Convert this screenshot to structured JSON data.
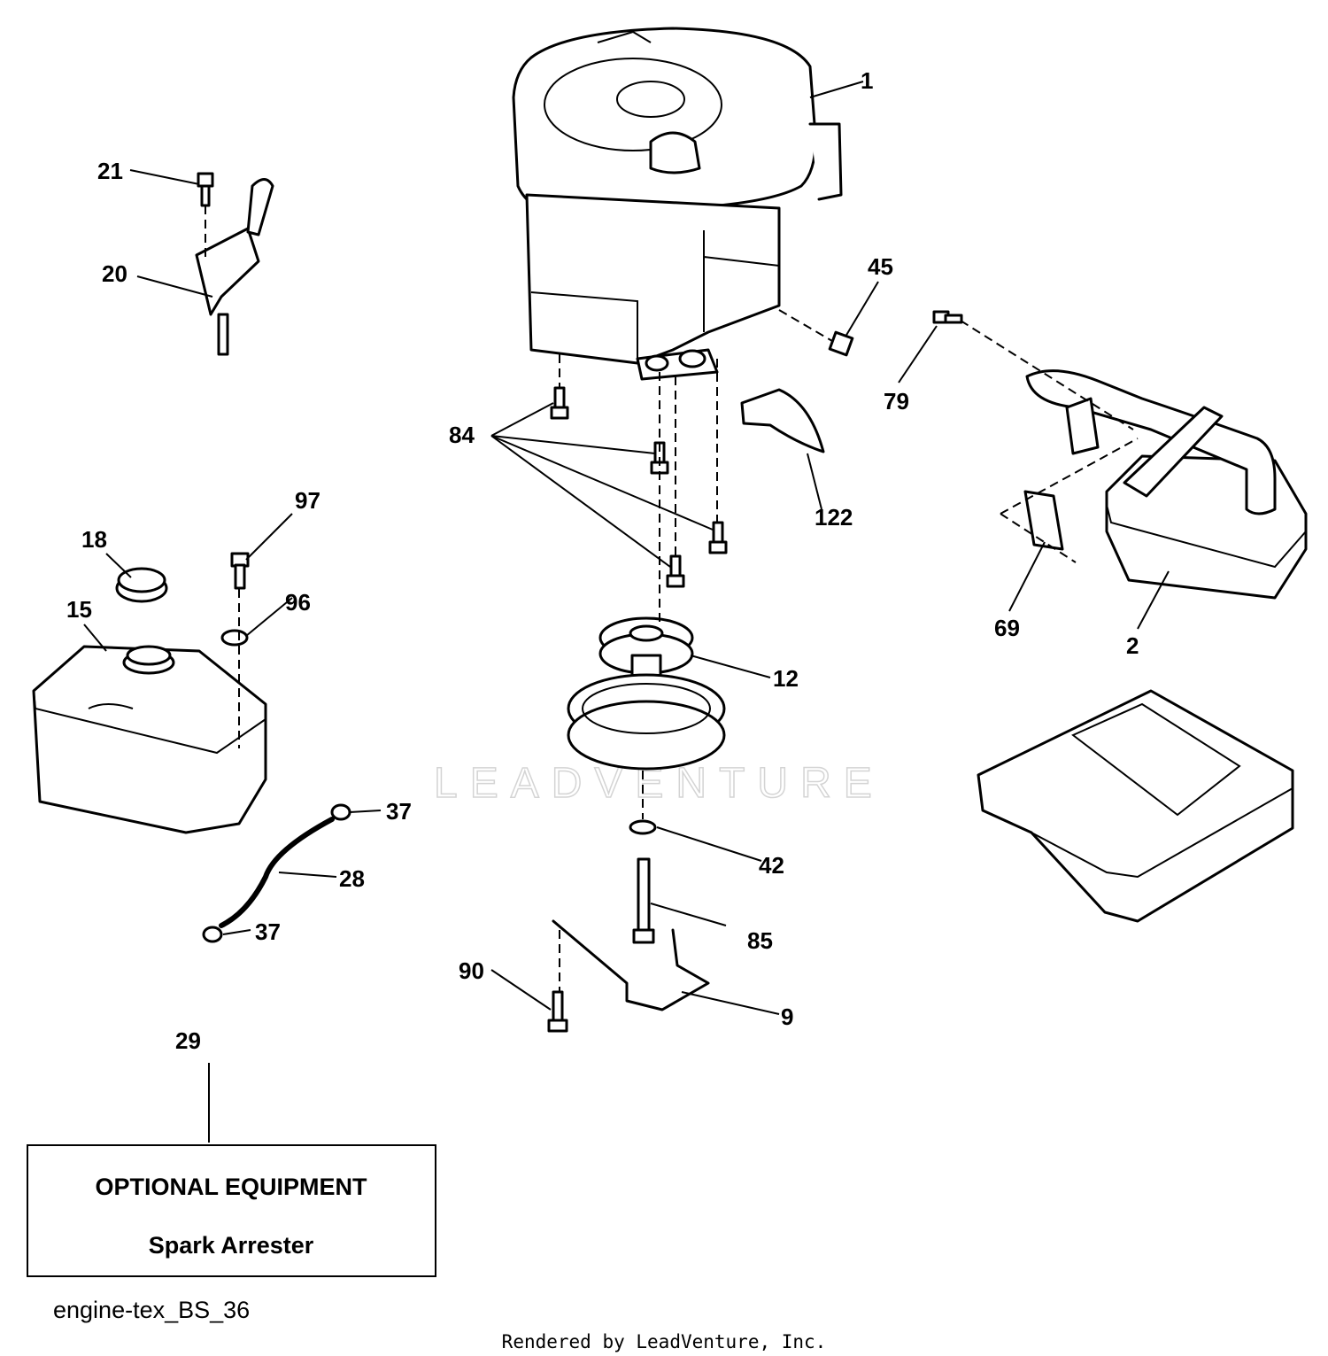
{
  "watermark": "LEADVENTURE",
  "callouts": [
    {
      "id": "1",
      "text": "1"
    },
    {
      "id": "2",
      "text": "2"
    },
    {
      "id": "9",
      "text": "9"
    },
    {
      "id": "12",
      "text": "12"
    },
    {
      "id": "15",
      "text": "15"
    },
    {
      "id": "18",
      "text": "18"
    },
    {
      "id": "20",
      "text": "20"
    },
    {
      "id": "21",
      "text": "21"
    },
    {
      "id": "28",
      "text": "28"
    },
    {
      "id": "29",
      "text": "29"
    },
    {
      "id": "37a",
      "text": "37"
    },
    {
      "id": "37b",
      "text": "37"
    },
    {
      "id": "42",
      "text": "42"
    },
    {
      "id": "45",
      "text": "45"
    },
    {
      "id": "69",
      "text": "69"
    },
    {
      "id": "79",
      "text": "79"
    },
    {
      "id": "84",
      "text": "84"
    },
    {
      "id": "85",
      "text": "85"
    },
    {
      "id": "90",
      "text": "90"
    },
    {
      "id": "96",
      "text": "96"
    },
    {
      "id": "97",
      "text": "97"
    },
    {
      "id": "122",
      "text": "122"
    }
  ],
  "optional_box": {
    "heading": "OPTIONAL EQUIPMENT",
    "item": "Spark Arrester"
  },
  "diagram_code": "engine-tex_BS_36",
  "rendered_by": "Rendered by LeadVenture, Inc."
}
